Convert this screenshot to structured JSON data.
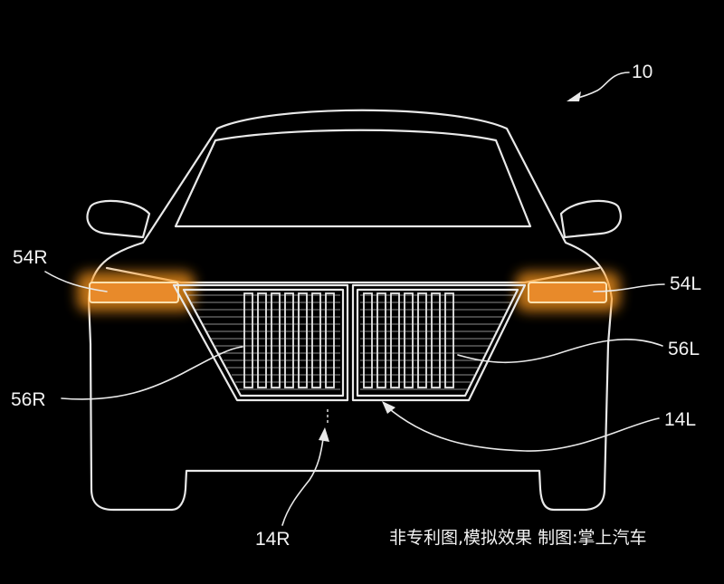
{
  "figure_number": "10",
  "labels": {
    "headlamp_right": "54R",
    "headlamp_left": "54L",
    "grille_light_right": "56R",
    "grille_light_left": "56L",
    "grille_right": "14R",
    "grille_left": "14L"
  },
  "caption": "非专利图,模拟效果 制图:掌上汽车",
  "colors": {
    "background": "#000000",
    "outline": "#e9e9e9",
    "lamp_glow": "#ff9a1f",
    "lamp_core": "#ffe2b0"
  }
}
